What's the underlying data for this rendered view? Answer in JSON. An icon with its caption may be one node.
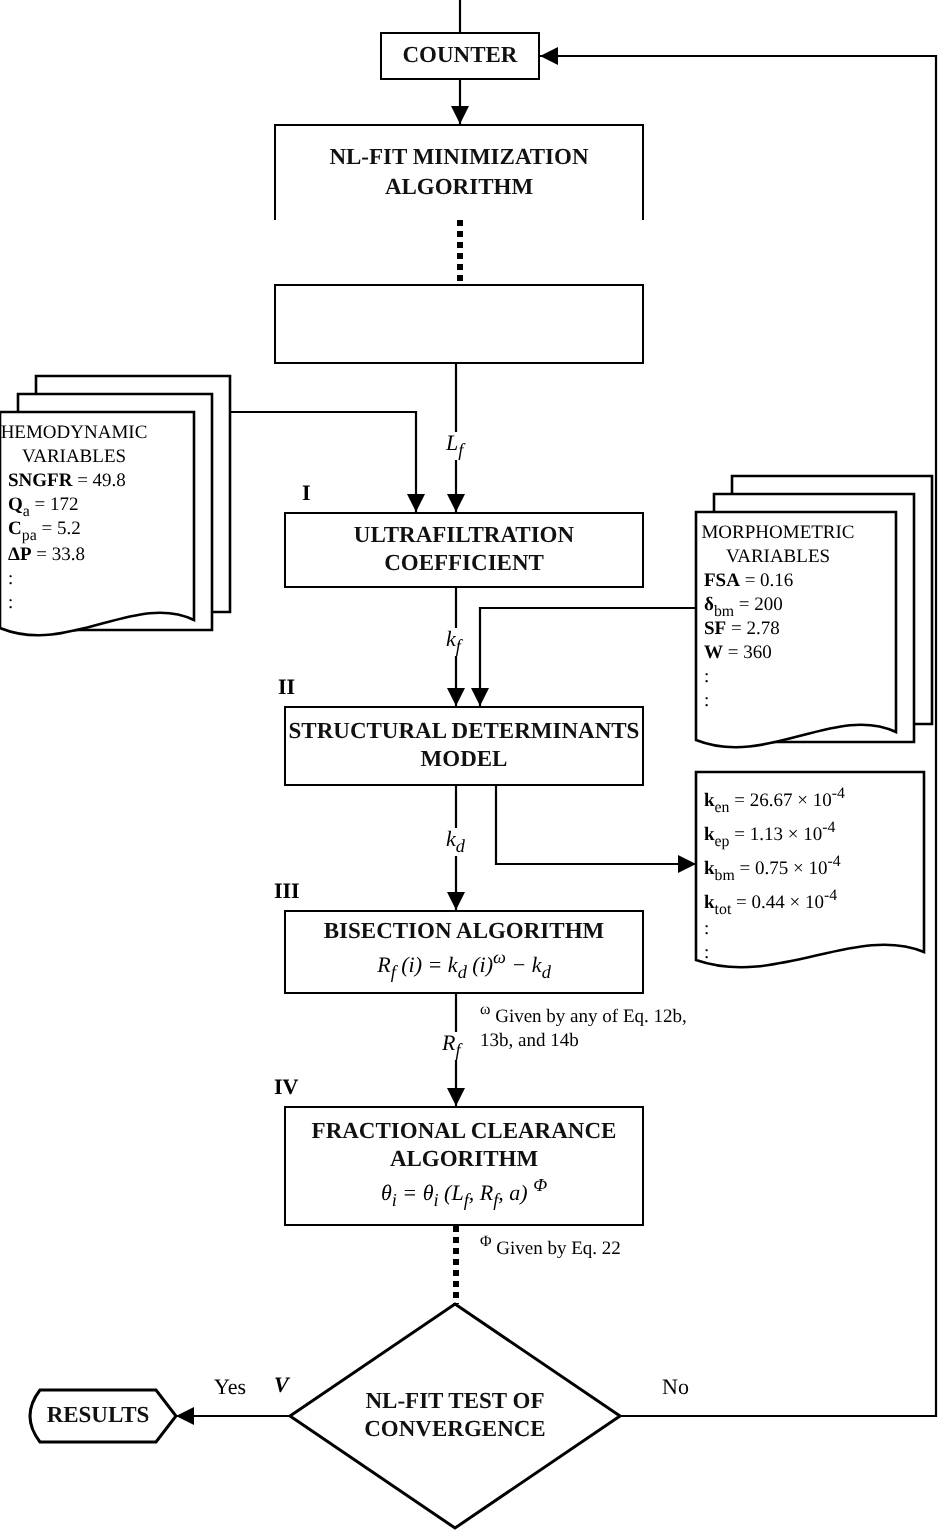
{
  "diagram": {
    "nodes": [
      {
        "text": [
          "COUNTER"
        ]
      },
      {
        "text": [
          "NL-FIT MINIMIZATION ALGORITHM"
        ]
      },
      {
        "text": [],
        "shape": "box"
      },
      {
        "text": [
          "HEMODYNAMIC VARIABLES",
          "**SNGFR** = 49.8",
          "**Q**$_{a}$ = 172",
          "**C**$_{pa}$ = 5.2",
          "**ΔP** = 33.8",
          ":",
          ":"
        ]
      },
      {
        "text": [
          "ULTRAFILTRATION COEFFICIENT"
        ],
        "beside": [
          "I"
        ]
      },
      {
        "text": [
          "MORPHOMETRIC VARIABLES",
          "**FSA** = 0.16",
          "**δ**$_{bm}$ = 200",
          "**SF** = 2.78",
          "**W** = 360",
          ":",
          ":"
        ]
      },
      {
        "text": [
          "STRUCTURAL DETERMINANTS MODEL"
        ],
        "beside": [
          "II"
        ]
      },
      {
        "text": [
          "**k**$_{en}$ = 26.67 × 10$^{-4}$",
          "**k**$_{ep}$ = 1.13 × 10$^{-4}$",
          "**k**$_{bm}$ = 0.75 × 10$^{-4}$",
          "**k**$_{tot}$ = 0.44 × 10$^{-4}$",
          ":",
          ":"
        ]
      },
      {
        "text": [
          "BISECTION ALGORITHM",
          "R$_{f}$ (i) = k$_{d}$ (i)$^{ω}$ − k$_{d}$"
        ],
        "beside": [
          "III"
        ]
      },
      {
        "text": [
          "FRACTIONAL CLEARANCE ALGORITHM",
          "θ$_{i}$ = θ$_{i}$ (L$_{f}$, R$_{f}$, a) $^{Φ}$"
        ],
        "beside": [
          "IV"
        ]
      },
      {
        "text": [
          "NL-FIT TEST OF CONVERGENCE"
        ],
        "beside": [
          "V"
        ]
      },
      {
        "text": [
          "RESULTS"
        ]
      }
    ],
    "edges": [
      {
        "from": null,
        "to": 0,
        "arrow": "none"
      },
      {
        "from": 0,
        "to": 1,
        "arrow": "to"
      },
      {
        "from": 1,
        "to": 2,
        "arrow": "none",
        "style": "dashed"
      },
      {
        "from": 2,
        "to": 4,
        "arrow": "to",
        "label": "L$_{f}$"
      },
      {
        "from": 3,
        "to": 4,
        "arrow": "to"
      },
      {
        "from": 4,
        "to": 6,
        "arrow": "to",
        "label": "k$_{f}$"
      },
      {
        "from": 5,
        "to": 6,
        "arrow": "to"
      },
      {
        "from": 6,
        "to": 8,
        "arrow": "to",
        "label": "k$_{d}$"
      },
      {
        "from": 6,
        "to": 7,
        "arrow": "to"
      },
      {
        "from": 8,
        "to": 9,
        "arrow": "to",
        "label": "R$_{f}$"
      },
      {
        "from": 9,
        "to": 10,
        "arrow": "none",
        "style": "dashed"
      },
      {
        "from": 10,
        "to": 11,
        "arrow": "to",
        "label": "Yes"
      },
      {
        "from": 10,
        "to": 0,
        "arrow": "to",
        "label": "No"
      }
    ],
    "labels": [
      "$^{ω}$ Given by any of Eq. 12b, 13b, and 14b",
      "$^{Φ}$ Given by Eq. 22"
    ]
  }
}
